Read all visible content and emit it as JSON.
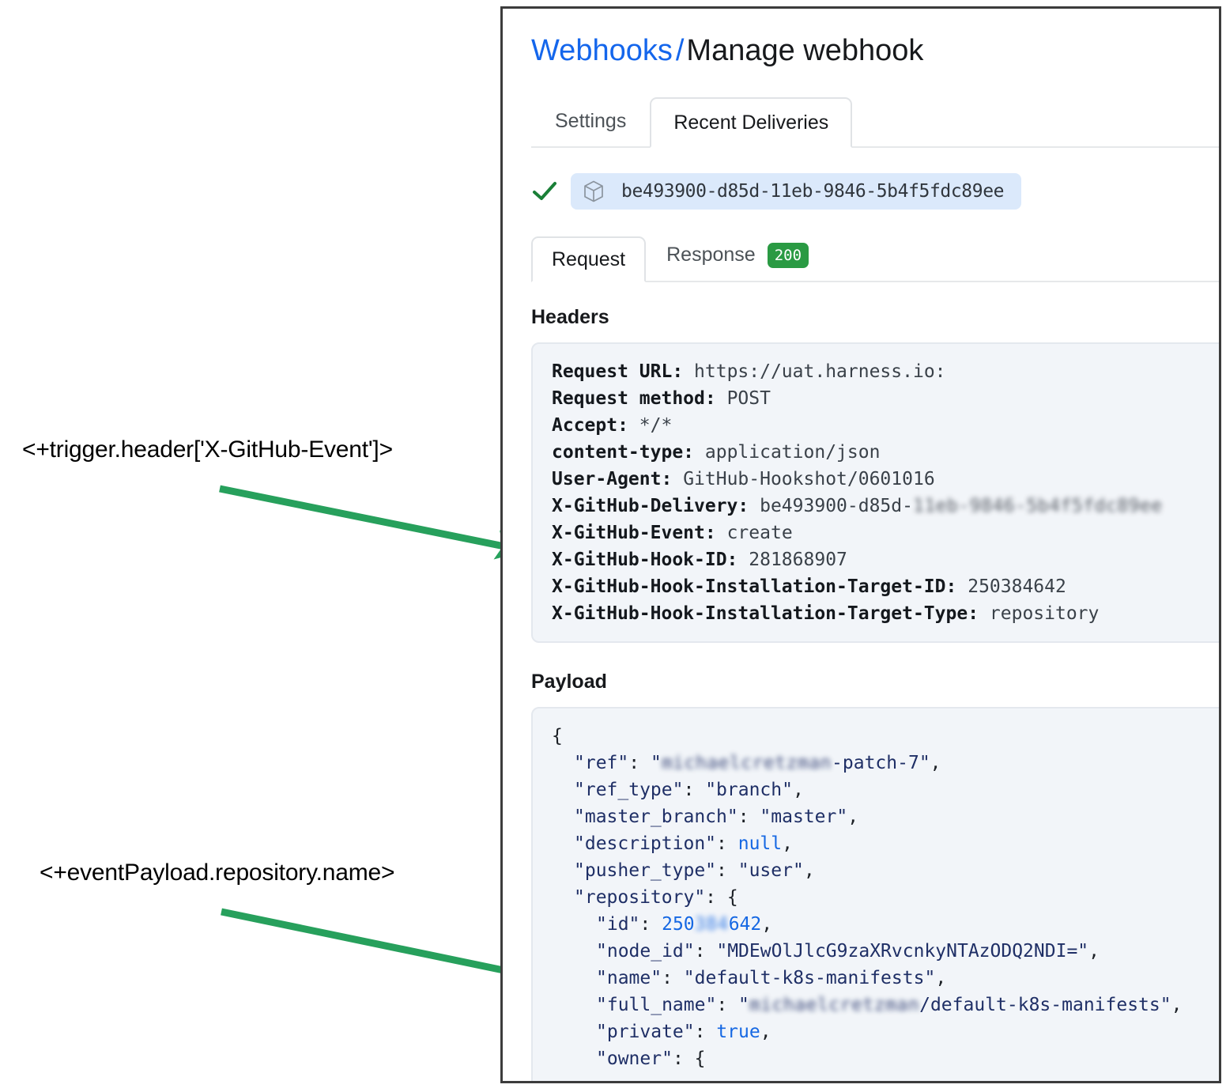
{
  "breadcrumb": {
    "link": "Webhooks",
    "separator": "/",
    "current": "Manage webhook"
  },
  "top_tabs": [
    {
      "label": "Settings",
      "active": false
    },
    {
      "label": "Recent Deliveries",
      "active": true
    }
  ],
  "delivery": {
    "status_icon": "check-icon",
    "package_icon": "package-icon",
    "id": "be493900-d85d-11eb-9846-5b4f5fdc89ee"
  },
  "request_response_tabs": [
    {
      "label": "Request",
      "active": true
    },
    {
      "label": "Response",
      "active": false,
      "badge": "200"
    }
  ],
  "sections": {
    "headers_title": "Headers",
    "payload_title": "Payload"
  },
  "headers": [
    {
      "name": "Request URL:",
      "value": "https://uat.harness.io:"
    },
    {
      "name": "Request method:",
      "value": "POST"
    },
    {
      "name": "Accept:",
      "value": "*/*"
    },
    {
      "name": "content-type:",
      "value": "application/json"
    },
    {
      "name": "User-Agent:",
      "value": "GitHub-Hookshot/0601016"
    },
    {
      "name": "X-GitHub-Delivery:",
      "value": "be493900-d85d-",
      "redacted_value": "11eb-9846-5b4f5fdc89ee"
    },
    {
      "name": "X-GitHub-Event:",
      "value": "create"
    },
    {
      "name": "X-GitHub-Hook-ID:",
      "value": "281868907"
    },
    {
      "name": "X-GitHub-Hook-Installation-Target-ID:",
      "value": "250384642"
    },
    {
      "name": "X-GitHub-Hook-Installation-Target-Type:",
      "value": "repository"
    }
  ],
  "payload": {
    "open_brace": "{",
    "lines": [
      {
        "key": "\"ref\"",
        "redacted": "michaelcretzman",
        "value_suffix": "-patch-7",
        "type": "string-redacted",
        "indent": 1
      },
      {
        "key": "\"ref_type\"",
        "value": "branch",
        "type": "string",
        "indent": 1
      },
      {
        "key": "\"master_branch\"",
        "value": "master",
        "type": "string",
        "indent": 1
      },
      {
        "key": "\"description\"",
        "value": "null",
        "type": "literal",
        "indent": 1
      },
      {
        "key": "\"pusher_type\"",
        "value": "user",
        "type": "string",
        "indent": 1
      },
      {
        "key": "\"repository\"",
        "value": "{",
        "type": "object-open",
        "indent": 1
      },
      {
        "key": "\"id\"",
        "value_prefix": "250",
        "redacted": "384",
        "value_suffix": "642",
        "type": "number-redacted",
        "indent": 2
      },
      {
        "key": "\"node_id\"",
        "value": "MDEwOlJlcG9zaXRvcnkyNTAzODQ2NDI=",
        "type": "string",
        "indent": 2
      },
      {
        "key": "\"name\"",
        "value": "default-k8s-manifests",
        "type": "string",
        "indent": 2
      },
      {
        "key": "\"full_name\"",
        "redacted": "michaelcretzman",
        "value_suffix": "/default-k8s-manifests",
        "type": "string-redacted",
        "indent": 2
      },
      {
        "key": "\"private\"",
        "value": "true",
        "type": "literal",
        "indent": 2
      },
      {
        "key": "\"owner\"",
        "value": "{",
        "type": "object-open",
        "indent": 2
      }
    ]
  },
  "annotations": [
    {
      "id": "trigger-header",
      "text": "<+trigger.header['X-GitHub-Event']>",
      "points_to": "X-GitHub-Event header row"
    },
    {
      "id": "event-payload",
      "text": "<+eventPayload.repository.name>",
      "points_to": "repository name json line"
    }
  ],
  "colors": {
    "link": "#1466ec",
    "arrow_green": "#27a05c",
    "badge_green": "#2a9a43",
    "chip_blue": "#dbe9fb",
    "code_bg": "#f2f5f9",
    "frame_border": "#3c3c3c"
  }
}
